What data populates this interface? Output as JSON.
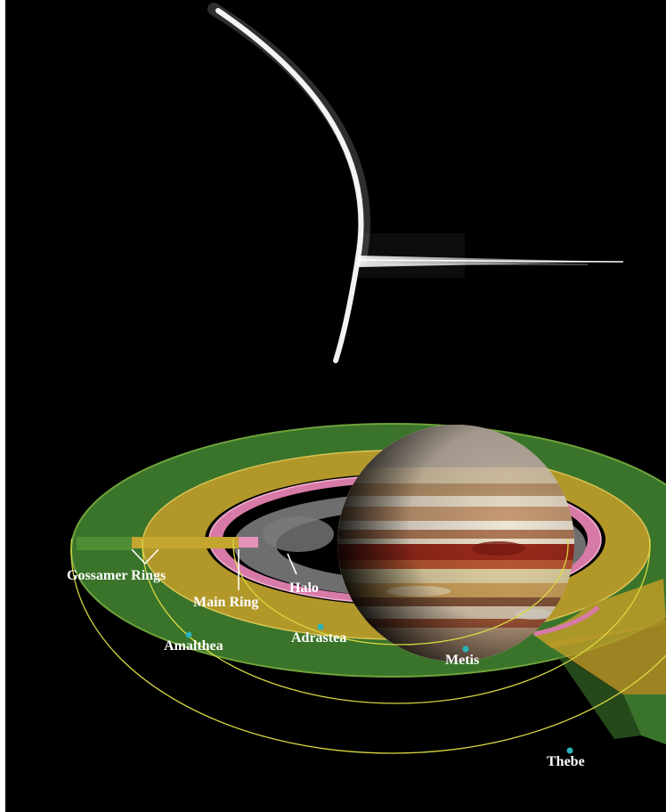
{
  "labels": {
    "gossamer": "Gossamer Rings",
    "main_ring": "Main Ring",
    "halo": "Halo",
    "amalthea": "Amalthea",
    "adrastea": "Adrastea",
    "metis": "Metis",
    "thebe": "Thebe"
  },
  "colors": {
    "background": "#000000",
    "gossamer_thebe": "#3d7a2c",
    "gossamer_amalthea": "#b89a28",
    "main_ring": "#d87aa8",
    "halo": "#6e6e6e",
    "orbit": "#d8d840",
    "moon": "#2ab3b8",
    "ring_photo": "#ffffff"
  },
  "icons": [
    "jupiter-planet",
    "moon-dot"
  ]
}
